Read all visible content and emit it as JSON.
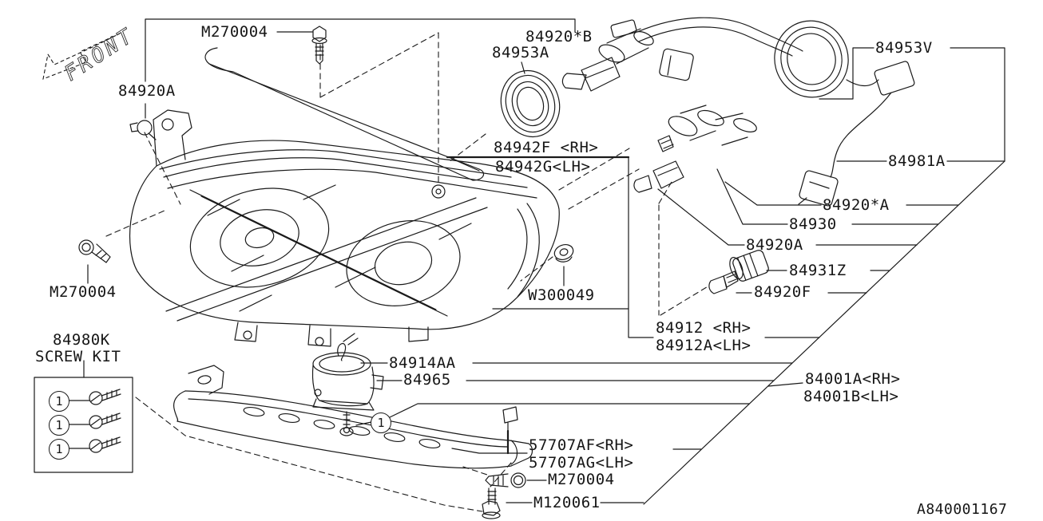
{
  "colors": {
    "line": "#1a1a1a",
    "background": "#ffffff"
  },
  "labels": {
    "front": "FRONT",
    "m270004_top": "M270004",
    "clip_84920a": "84920A",
    "grommet_84953a": "84953A",
    "bulb_84920_b": "84920*B",
    "cap_84953v": "84953V",
    "molding_rh_84942f": "84942F <RH>",
    "molding_lh_84942g": "84942G<LH>",
    "harness_84981a": "84981A",
    "bulb_84920_a": "84920*A",
    "socket_84930": "84930",
    "bulb_84920a_right": "84920A",
    "socket_84931z": "84931Z",
    "bulb_84920f": "84920F",
    "nut_w300049": "W300049",
    "m270004_left": "M270004",
    "bulb_rh_84912": "84912 <RH>",
    "bulb_lh_84912a": "84912A<LH>",
    "headlamp_rh_84001a": "84001A<RH>",
    "headlamp_lh_84001b": "84001B<LH>",
    "igniter_84914aa": "84914AA",
    "ballast_84965": "84965",
    "bracket_rh_57707af": "57707AF<RH>",
    "bracket_lh_57707ag": "57707AG<LH>",
    "m270004_bottom": "M270004",
    "m120061": "M120061",
    "diagram_id": "A840001167",
    "qty_one": "1"
  },
  "screw_kit": {
    "part_no": "84980K",
    "name": "SCREW KIT",
    "row_qty": [
      "1",
      "1",
      "1"
    ]
  }
}
